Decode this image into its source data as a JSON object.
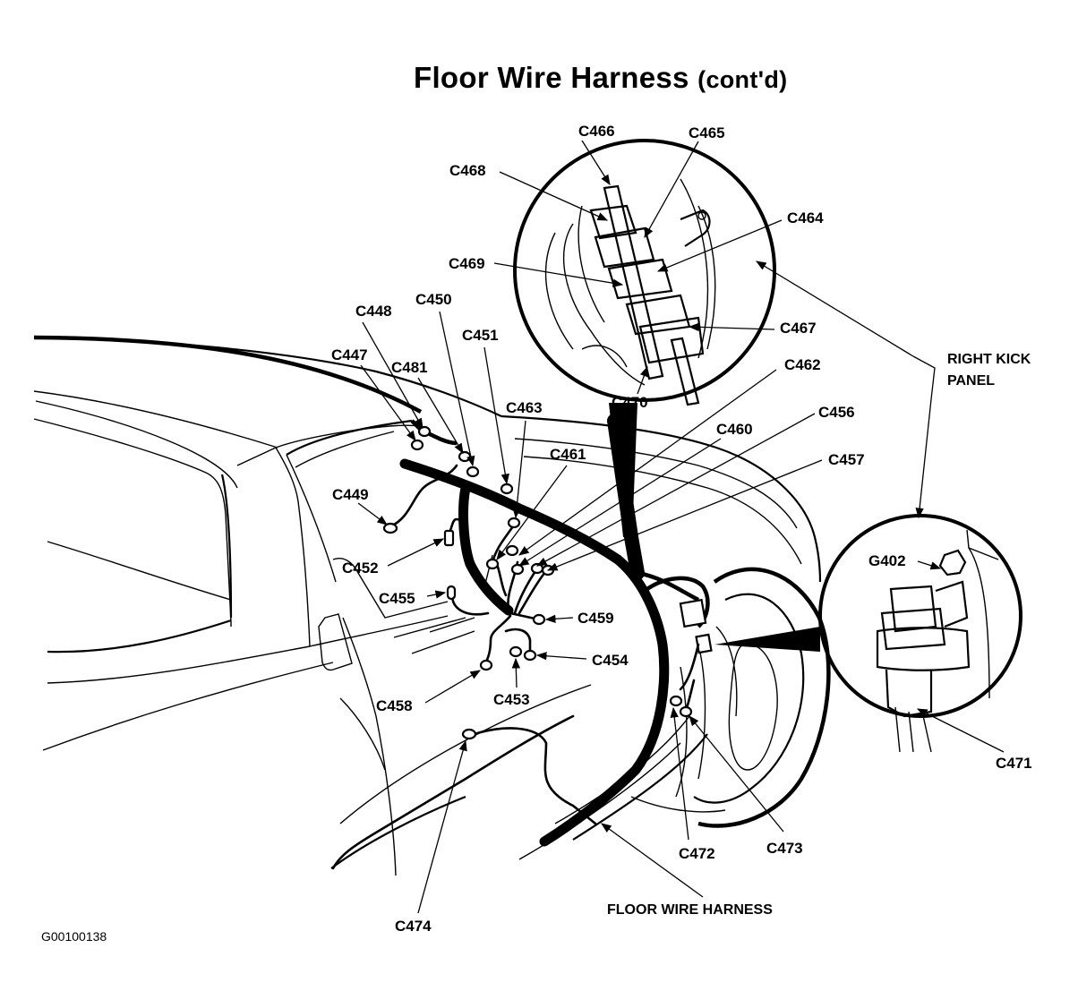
{
  "title": {
    "main": "Floor Wire Harness",
    "suffix": "(cont'd)"
  },
  "connectors": {
    "c447": "C447",
    "c448": "C448",
    "c449": "C449",
    "c450": "C450",
    "c451": "C451",
    "c452": "C452",
    "c453": "C453",
    "c454": "C454",
    "c455": "C455",
    "c456": "C456",
    "c457": "C457",
    "c458": "C458",
    "c459": "C459",
    "c460": "C460",
    "c461": "C461",
    "c462": "C462",
    "c463": "C463",
    "c464": "C464",
    "c465": "C465",
    "c466": "C466",
    "c467": "C467",
    "c468": "C468",
    "c469": "C469",
    "c470": "C470",
    "c471": "C471",
    "c472": "C472",
    "c473": "C473",
    "c474": "C474",
    "c481": "C481"
  },
  "grounds": {
    "g402": "G402"
  },
  "callouts": {
    "right_kick_panel_line1": "RIGHT KICK",
    "right_kick_panel_line2": "PANEL",
    "floor_wire_harness": "FLOOR WIRE HARNESS"
  },
  "figure_code": "G00100138"
}
